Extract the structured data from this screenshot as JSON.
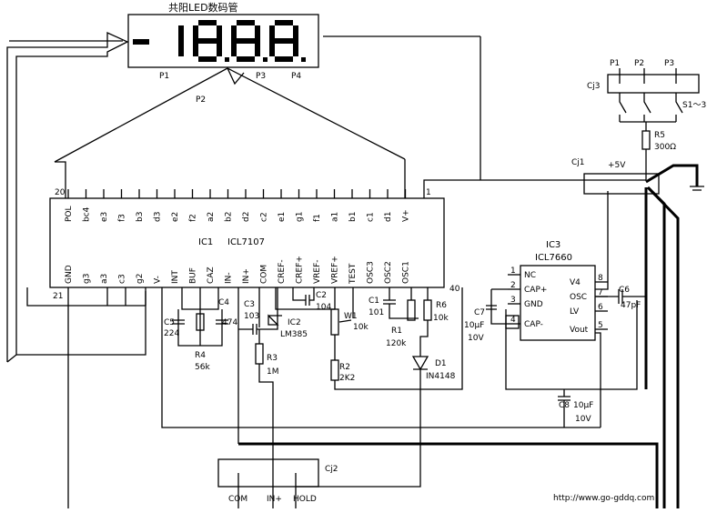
{
  "display": {
    "title": "共阳LED数码管",
    "minus_sign": "-",
    "digits": [
      "1",
      "8",
      "8",
      "8"
    ],
    "pin_labels": [
      "P1",
      "P2",
      "P3",
      "P4"
    ],
    "bus_label": "P2"
  },
  "ic1": {
    "label": "IC1",
    "part": "ICL7107",
    "top_pins": [
      "POL",
      "bc4",
      "e3",
      "f3",
      "b3",
      "d3",
      "e2",
      "f2",
      "a2",
      "b2",
      "d2",
      "c2",
      "e1",
      "g1",
      "f1",
      "a1",
      "b1",
      "c1",
      "d1",
      "V+"
    ],
    "bottom_pins": [
      "GND",
      "g3",
      "a3",
      "c3",
      "g2",
      "V-",
      "INT",
      "BUF",
      "CAZ",
      "IN-",
      "IN+",
      "COM",
      "CREF-",
      "CREF+",
      "VREF-",
      "VREF+",
      "TEST",
      "OSC3",
      "OSC2",
      "OSC1"
    ],
    "pin_numbers": {
      "top_left": "20",
      "top_right": "1",
      "bottom_left": "21",
      "bottom_right": "40"
    }
  },
  "ic2": {
    "label": "IC2",
    "part": "LM385"
  },
  "ic3": {
    "label": "IC3",
    "part": "ICL7660",
    "left_pins": [
      {
        "num": "1",
        "name": "NC"
      },
      {
        "num": "2",
        "name": "CAP+"
      },
      {
        "num": "3",
        "name": "GND"
      },
      {
        "num": "4",
        "name": "CAP-"
      }
    ],
    "right_pins": [
      {
        "num": "8",
        "name": "V4"
      },
      {
        "num": "7",
        "name": "OSC"
      },
      {
        "num": "6",
        "name": "LV"
      },
      {
        "num": "5",
        "name": "Vout"
      }
    ]
  },
  "components": {
    "c5": {
      "ref": "C5",
      "val": "224"
    },
    "c4": {
      "ref": "C4",
      "val": "474"
    },
    "r4": {
      "ref": "R4",
      "val": "56k"
    },
    "c3": {
      "ref": "C3",
      "val": "103"
    },
    "r3": {
      "ref": "R3",
      "val": "1M"
    },
    "c2": {
      "ref": "C2",
      "val": "104"
    },
    "w1": {
      "ref": "W1",
      "val": "10k"
    },
    "r2": {
      "ref": "R2",
      "val": "2K2"
    },
    "c1": {
      "ref": "C1",
      "val": "101"
    },
    "r1": {
      "ref": "R1",
      "val": "120k"
    },
    "r6": {
      "ref": "R6",
      "val": "10k"
    },
    "d1": {
      "ref": "D1",
      "val": "IN4148"
    },
    "c7": {
      "ref": "C7",
      "val": "10μF",
      "val2": "10V"
    },
    "c6": {
      "ref": "C6",
      "val": "47pF"
    },
    "c8": {
      "ref": "C8",
      "val": "10μF",
      "val2": "10V"
    },
    "r5": {
      "ref": "R5",
      "val": "300Ω"
    }
  },
  "connectors": {
    "cj1": {
      "ref": "Cj1",
      "supply": "+5V"
    },
    "cj2": {
      "ref": "Cj2",
      "pins": [
        "COM",
        "IN+",
        "HOLD"
      ]
    },
    "cj3": {
      "ref": "Cj3",
      "pins": [
        "P1",
        "P2",
        "P3"
      ],
      "switch_label": "S1～3"
    }
  },
  "watermark": "http://www.go-gddq.com"
}
